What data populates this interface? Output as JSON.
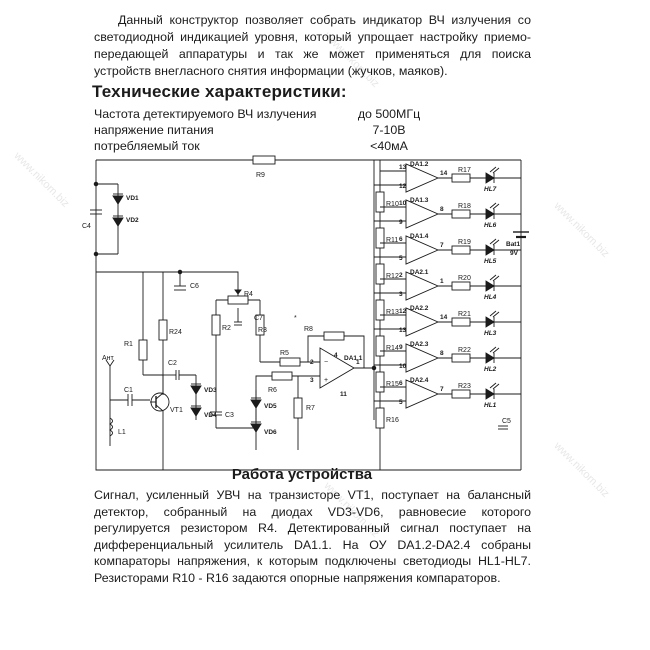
{
  "intro": "Данный конструктор позволяет собрать индикатор ВЧ излучения со светодиодной индикацией уровня, который упрощает настройку приемо-передающей аппаратуры и так же может применяться для поиска устройств внегласного снятия информации (жучков, маяков).",
  "specs": {
    "title": "Технические характеристики:",
    "rows": [
      {
        "name": "Частота детектируемого ВЧ излучения",
        "value": "до 500МГц"
      },
      {
        "name": "напряжение питания",
        "value": "7-10В"
      },
      {
        "name": "потребляемый ток",
        "value": "<40мА"
      }
    ]
  },
  "watermark": "www.nikom.biz",
  "schematic": {
    "ant": "Ант",
    "r9": "R9",
    "c4": "C4",
    "vd1": "VD1",
    "vd2": "VD2",
    "c6": "C6",
    "r4": "R4",
    "r2": "R2",
    "r3": "R3",
    "c7": "C7",
    "r1": "R1",
    "r24": "R24",
    "c2": "C2",
    "c1": "C1",
    "vt1": "VT1",
    "l1": "L1",
    "vd3": "VD3",
    "vd4": "VD4",
    "c3": "C3",
    "r8": "R8",
    "r5": "R5",
    "r6": "R6",
    "vd5": "VD5",
    "vd6": "VD6",
    "r7": "R7",
    "da11": "DA1.1",
    "star": "*",
    "bat": "Bat1",
    "bat_v": "9V",
    "c5": "C5",
    "comparators": [
      {
        "name": "DA1.2",
        "in_top": "13",
        "in_bot": "12",
        "out": "14",
        "r": "R17",
        "led": "HL7"
      },
      {
        "name": "DA1.3",
        "in_top": "10",
        "in_bot": "9",
        "out": "8",
        "r": "R18",
        "led": "HL6"
      },
      {
        "name": "DA1.4",
        "in_top": "6",
        "in_bot": "5",
        "out": "7",
        "r": "R19",
        "led": "HL5"
      },
      {
        "name": "DA2.1",
        "in_top": "2",
        "in_bot": "3",
        "out": "1",
        "r": "R20",
        "led": "HL4"
      },
      {
        "name": "DA2.2",
        "in_top": "12",
        "in_bot": "13",
        "out": "14",
        "r": "R21",
        "led": "HL3"
      },
      {
        "name": "DA2.3",
        "in_top": "9",
        "in_bot": "10",
        "out": "8",
        "r": "R22",
        "led": "HL2"
      },
      {
        "name": "DA2.4",
        "in_top": "6",
        "in_bot": "5",
        "out": "7",
        "r": "R23",
        "led": "HL1"
      }
    ],
    "divider": [
      "R10",
      "R11",
      "R12",
      "R13",
      "R14",
      "R15",
      "R16"
    ],
    "pins_da11": {
      "p2": "2",
      "p3": "3",
      "p4": "4",
      "p1": "1",
      "p11": "11"
    }
  },
  "work": {
    "title": "Работа устройства",
    "body": "Сигнал, усиленный УВЧ на транзисторе VT1, поступает на балансный детектор, собранный на диодах VD3-VD6, равновесие которого регулируется резистором R4. Детектированный сигнал поступает на дифференциальный усилитель DA1.1. На ОУ DA1.2-DA2.4 собраны компараторы напряжения, к которым подключены светодиоды HL1-HL7. Резисторами R10 - R16 задаются опорные напряжения компараторов."
  }
}
